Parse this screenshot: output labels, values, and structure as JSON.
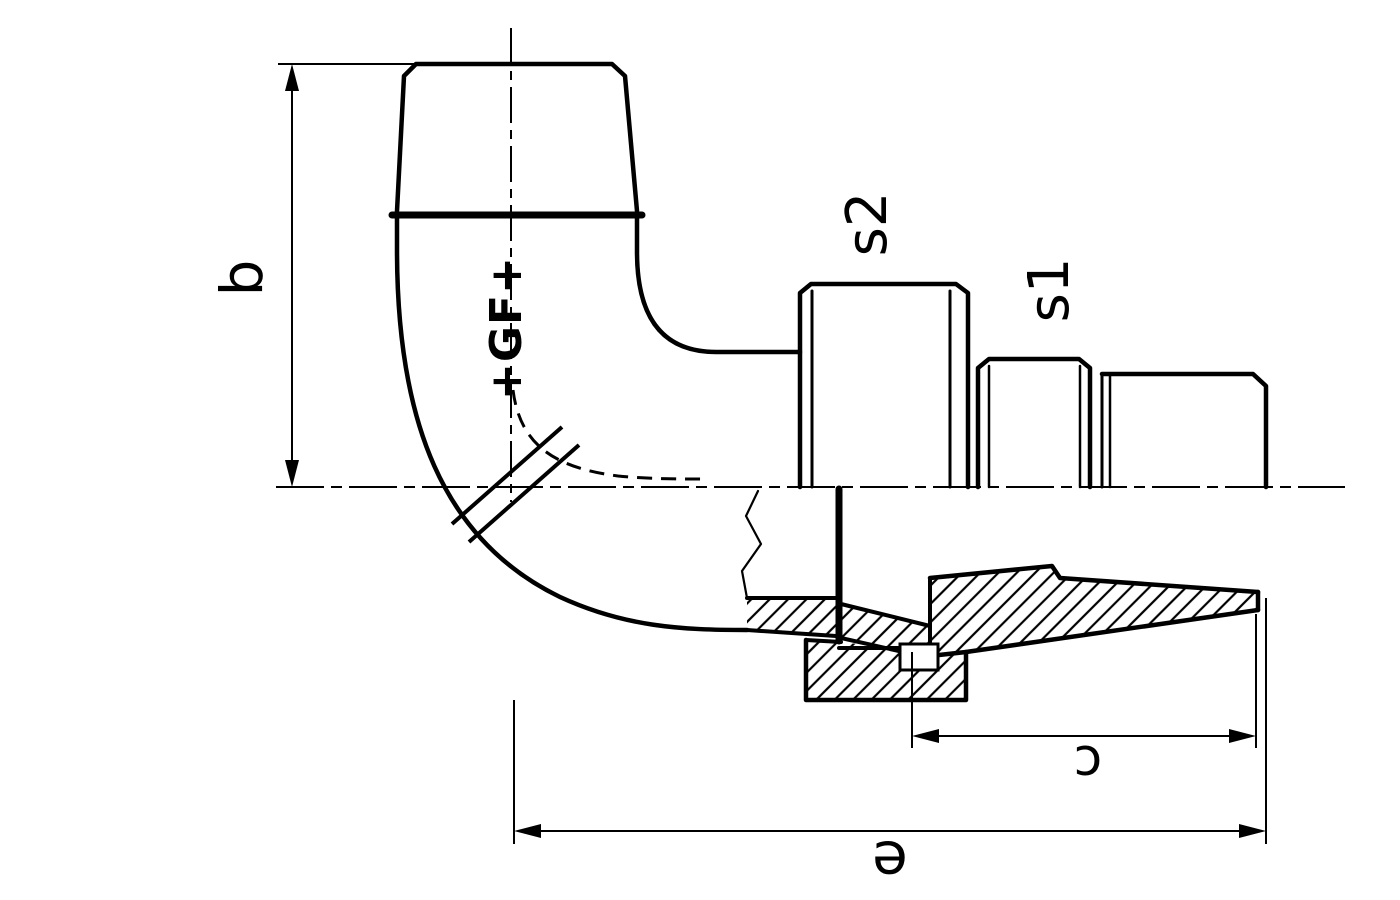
{
  "colors": {
    "line": "#000000",
    "background": "#ffffff"
  },
  "drawing": {
    "labels": {
      "dimension_b": "b",
      "wrench_s2": "s2",
      "wrench_s1": "s1",
      "dimension_c": "c",
      "dimension_e": "e"
    },
    "logo": "+GF+"
  }
}
